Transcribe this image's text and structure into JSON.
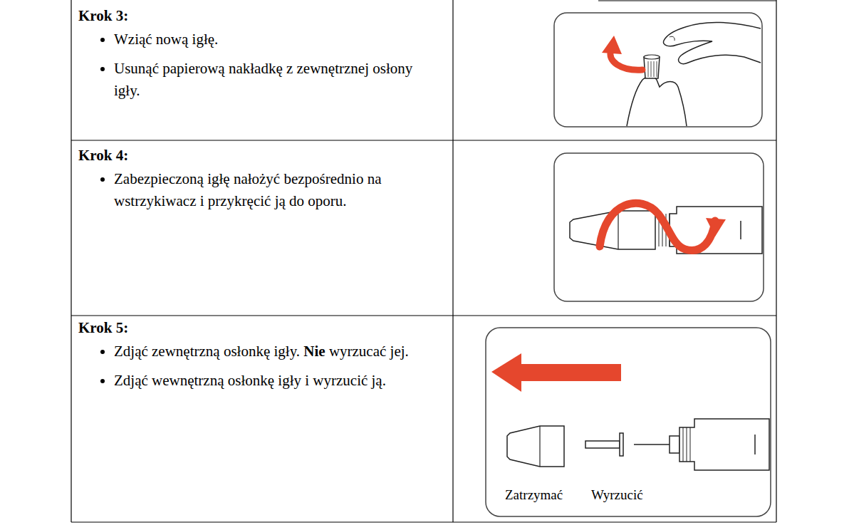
{
  "diagram": {
    "nodes": [
      {
        "text": [
          "Krok 3:",
          "Wziąć nową igłę.",
          "Usunąć papierową nakładkę z zewnętrznej osłony igły."
        ]
      },
      {
        "text": [
          "Krok 4:",
          "Zabezpieczoną igłę nałożyć bezpośrednio na wstrzykiwacz i przykręcić ją do oporu."
        ]
      },
      {
        "text": [
          "Krok 5:",
          "Zdjąć zewnętrzną osłonkę igły.",
          "Nie",
          "wyrzucać jej.",
          "Zdjąć wewnętrzną osłonkę igły i wyrzucić ją."
        ]
      }
    ],
    "labels": [
      "Zatrzymać",
      "Wyrzucić"
    ]
  }
}
